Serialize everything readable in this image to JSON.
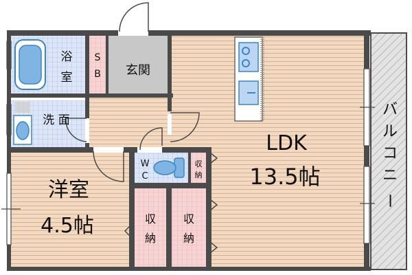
{
  "rooms": {
    "bath": {
      "l1": "浴",
      "l2": "室"
    },
    "sb": {
      "l1": "S",
      "l2": "B"
    },
    "genkan": "玄関",
    "senmen": "洗 面",
    "ldk": {
      "name": "LDK",
      "size": "13.5帖"
    },
    "balcony": [
      "バ",
      "ル",
      "コ",
      "ニ",
      "ー"
    ],
    "western": {
      "name": "洋室",
      "size": "4.5帖"
    },
    "wc": {
      "l1": "W",
      "l2": "C"
    },
    "storage_small": {
      "l1": "収",
      "l2": "納"
    },
    "storage_a": {
      "l1": "収",
      "l2": "納"
    },
    "storage_b": {
      "l1": "収",
      "l2": "納"
    }
  },
  "colors": {
    "wall": "#4a4a4a",
    "ldk_floor": "#f3d9bf",
    "western_floor": "#f3d9bf",
    "tile_floor": "#dce6f8",
    "genkan_floor": "#c8c8c8",
    "storage_floor": "#f7d3d3",
    "balcony": "#d9d9d9",
    "fixture": "#3a86c8"
  }
}
